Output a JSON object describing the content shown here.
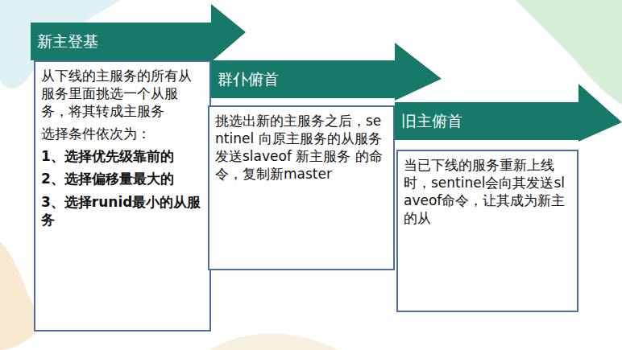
{
  "diagram": {
    "nodes": [
      {
        "text": [
          "新主登基"
        ]
      },
      {
        "text": [
          "从下线的主服务的所有从服务里面挑选一个从服务，将其转成主服务",
          "选择条件依次为：",
          "1、选择优先级靠前的",
          "2、选择偏移量最大的",
          "3、选择runid最小的从服务"
        ]
      },
      {
        "text": [
          "群仆俯首"
        ]
      },
      {
        "text": [
          "挑选出新的主服务之后，sentinel 向原主服务的从服务发送slaveof 新主服务 的命令，复制新master"
        ]
      },
      {
        "text": [
          "旧主俯首"
        ]
      },
      {
        "text": [
          "当已下线的服务重新上线时，sentinel会向其发送slaveof命令，让其成为新主的从"
        ]
      }
    ]
  }
}
